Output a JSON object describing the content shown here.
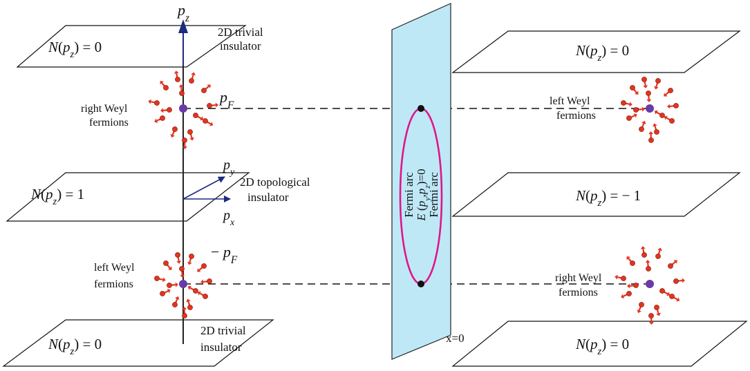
{
  "left_panel": {
    "axis": {
      "pz": "p_z",
      "py": "p_y",
      "px": "p_x",
      "pF": "p_F",
      "minus_pF": "− p_F"
    },
    "planes": [
      {
        "id": "top",
        "n_label": "N(p_z) = 0",
        "desc_line1": "2D trivial",
        "desc_line2": "insulator"
      },
      {
        "id": "middle",
        "n_label": "N(p_z) = 1",
        "desc_line1": "2D topological",
        "desc_line2": "insulator"
      },
      {
        "id": "bottom",
        "n_label": "N(p_z) = 0",
        "desc_line1": "2D trivial",
        "desc_line2": "insulator"
      }
    ],
    "weyl_upper": {
      "line1": "right Weyl",
      "line2": "fermions"
    },
    "weyl_lower": {
      "line1": "left Weyl",
      "line2": "fermions"
    }
  },
  "surface": {
    "label_left": "Fermi arc",
    "label_mid": "E (p_y,p_z)=0",
    "label_right": "Fermi arc",
    "x_label": "x=0"
  },
  "right_panel": {
    "planes": [
      {
        "id": "top",
        "n_label": "N(p_z) = 0"
      },
      {
        "id": "middle",
        "n_label": "N(p_z) = − 1"
      },
      {
        "id": "bottom",
        "n_label": "N(p_z) = 0"
      }
    ],
    "weyl_upper": {
      "line1": "left Weyl",
      "line2": "fermions"
    },
    "weyl_lower": {
      "line1": "right Weyl",
      "line2": "fermions"
    }
  },
  "colors": {
    "surface_fill": "#bfe8f7",
    "ellipse": "#e0158a",
    "weyl_point": "#6a3aa8",
    "arrow_red": "#e2341e",
    "axis_blue": "#1c2a80"
  }
}
